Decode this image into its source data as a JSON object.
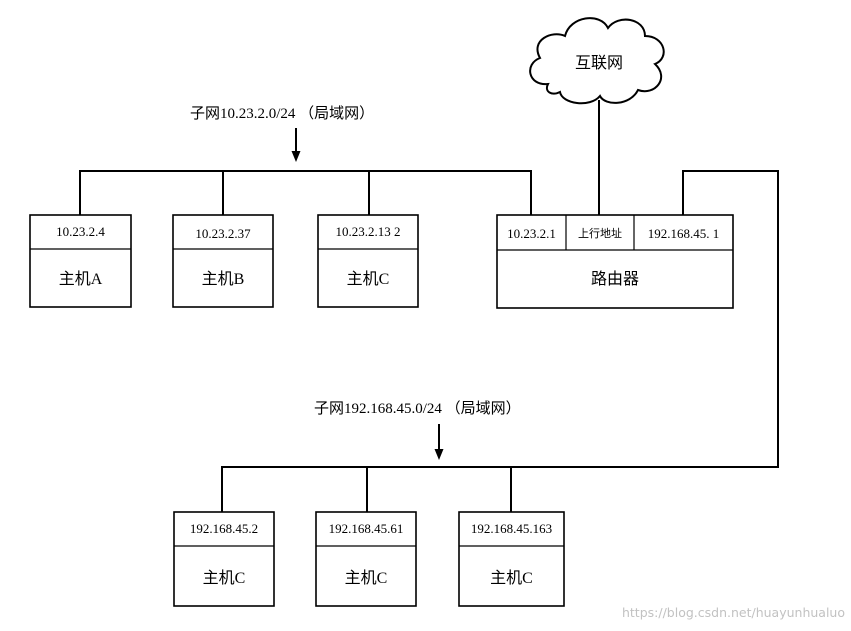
{
  "internet": {
    "label": "互联网"
  },
  "subnets": [
    {
      "label": "子网10.23.2.0/24 （局域网）"
    },
    {
      "label": "子网192.168.45.0/24 （局域网）"
    }
  ],
  "hosts_top": [
    {
      "ip": "10.23.2.4",
      "name": "主机A"
    },
    {
      "ip": "10.23.2.37",
      "name": "主机B"
    },
    {
      "ip": "10.23.2.13 2",
      "name": "主机C"
    }
  ],
  "router": {
    "lan_ip": "10.23.2.1",
    "uplink": "上行地址",
    "wan_ip": "192.168.45. 1",
    "name": "路由器"
  },
  "hosts_bottom": [
    {
      "ip": "192.168.45.2",
      "name": "主机C"
    },
    {
      "ip": "192.168.45.61",
      "name": "主机C"
    },
    {
      "ip": "192.168.45.163",
      "name": "主机C"
    }
  ],
  "watermark": "https://blog.csdn.net/huayunhualuo",
  "colors": {
    "line": "#000000",
    "background": "#ffffff",
    "watermark": "#c2c2c2"
  }
}
